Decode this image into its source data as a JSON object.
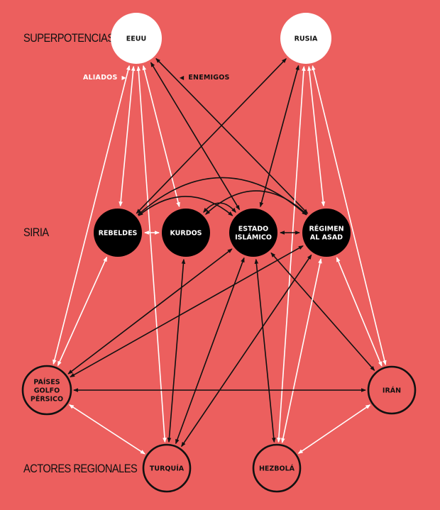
{
  "row_labels": {
    "superpowers": "SUPERPOTENCIAS",
    "syria": "SIRIA",
    "regional": "ACTORES REGIONALES"
  },
  "legend": {
    "allies": "ALIADOS",
    "enemies": "ENEMIGOS"
  },
  "colors": {
    "background": "#ec5f5e",
    "ally": "#ffffff",
    "enemy": "#111111",
    "node_superpower": "#ffffff",
    "node_syria": "#000000"
  },
  "nodes": [
    {
      "id": "eeuu",
      "group": "superpower",
      "lines": [
        "EEUU"
      ]
    },
    {
      "id": "rusia",
      "group": "superpower",
      "lines": [
        "RUSIA"
      ]
    },
    {
      "id": "rebeldes",
      "group": "syria",
      "lines": [
        "REBELDES"
      ]
    },
    {
      "id": "kurdos",
      "group": "syria",
      "lines": [
        "KURDOS"
      ]
    },
    {
      "id": "estado",
      "group": "syria",
      "lines": [
        "ESTADO",
        "ISLÁMICO"
      ]
    },
    {
      "id": "asad",
      "group": "syria",
      "lines": [
        "RÉGIMEN",
        "AL ASAD"
      ]
    },
    {
      "id": "golfo",
      "group": "regional",
      "lines": [
        "PAÍSES",
        "GOLFO",
        "PÉRSICO"
      ]
    },
    {
      "id": "iran",
      "group": "regional",
      "lines": [
        "IRÁN"
      ]
    },
    {
      "id": "turquia",
      "group": "regional",
      "lines": [
        "TURQUÍA"
      ]
    },
    {
      "id": "hezbola",
      "group": "regional",
      "lines": [
        "HEZBOLÁ"
      ]
    }
  ],
  "edges": [
    {
      "from": "eeuu",
      "to": "rebeldes",
      "relation": "ally"
    },
    {
      "from": "eeuu",
      "to": "kurdos",
      "relation": "ally"
    },
    {
      "from": "eeuu",
      "to": "golfo",
      "relation": "ally"
    },
    {
      "from": "eeuu",
      "to": "turquia",
      "relation": "ally"
    },
    {
      "from": "eeuu",
      "to": "estado",
      "relation": "enemy"
    },
    {
      "from": "eeuu",
      "to": "asad",
      "relation": "enemy"
    },
    {
      "from": "rusia",
      "to": "asad",
      "relation": "ally"
    },
    {
      "from": "rusia",
      "to": "iran",
      "relation": "ally"
    },
    {
      "from": "rusia",
      "to": "hezbola",
      "relation": "ally"
    },
    {
      "from": "rusia",
      "to": "rebeldes",
      "relation": "enemy"
    },
    {
      "from": "rusia",
      "to": "estado",
      "relation": "enemy"
    },
    {
      "from": "rebeldes",
      "to": "kurdos",
      "relation": "ally"
    },
    {
      "from": "rebeldes",
      "to": "golfo",
      "relation": "ally"
    },
    {
      "from": "rebeldes",
      "to": "estado",
      "relation": "enemy"
    },
    {
      "from": "rebeldes",
      "to": "asad",
      "relation": "enemy"
    },
    {
      "from": "kurdos",
      "to": "estado",
      "relation": "enemy"
    },
    {
      "from": "kurdos",
      "to": "asad",
      "relation": "enemy"
    },
    {
      "from": "kurdos",
      "to": "turquia",
      "relation": "enemy"
    },
    {
      "from": "estado",
      "to": "asad",
      "relation": "enemy"
    },
    {
      "from": "estado",
      "to": "golfo",
      "relation": "enemy"
    },
    {
      "from": "estado",
      "to": "iran",
      "relation": "enemy"
    },
    {
      "from": "estado",
      "to": "turquia",
      "relation": "enemy"
    },
    {
      "from": "estado",
      "to": "hezbola",
      "relation": "enemy"
    },
    {
      "from": "asad",
      "to": "iran",
      "relation": "ally"
    },
    {
      "from": "asad",
      "to": "hezbola",
      "relation": "ally"
    },
    {
      "from": "asad",
      "to": "golfo",
      "relation": "enemy"
    },
    {
      "from": "asad",
      "to": "turquia",
      "relation": "enemy"
    },
    {
      "from": "golfo",
      "to": "iran",
      "relation": "enemy"
    },
    {
      "from": "golfo",
      "to": "turquia",
      "relation": "ally"
    },
    {
      "from": "iran",
      "to": "hezbola",
      "relation": "ally"
    }
  ]
}
